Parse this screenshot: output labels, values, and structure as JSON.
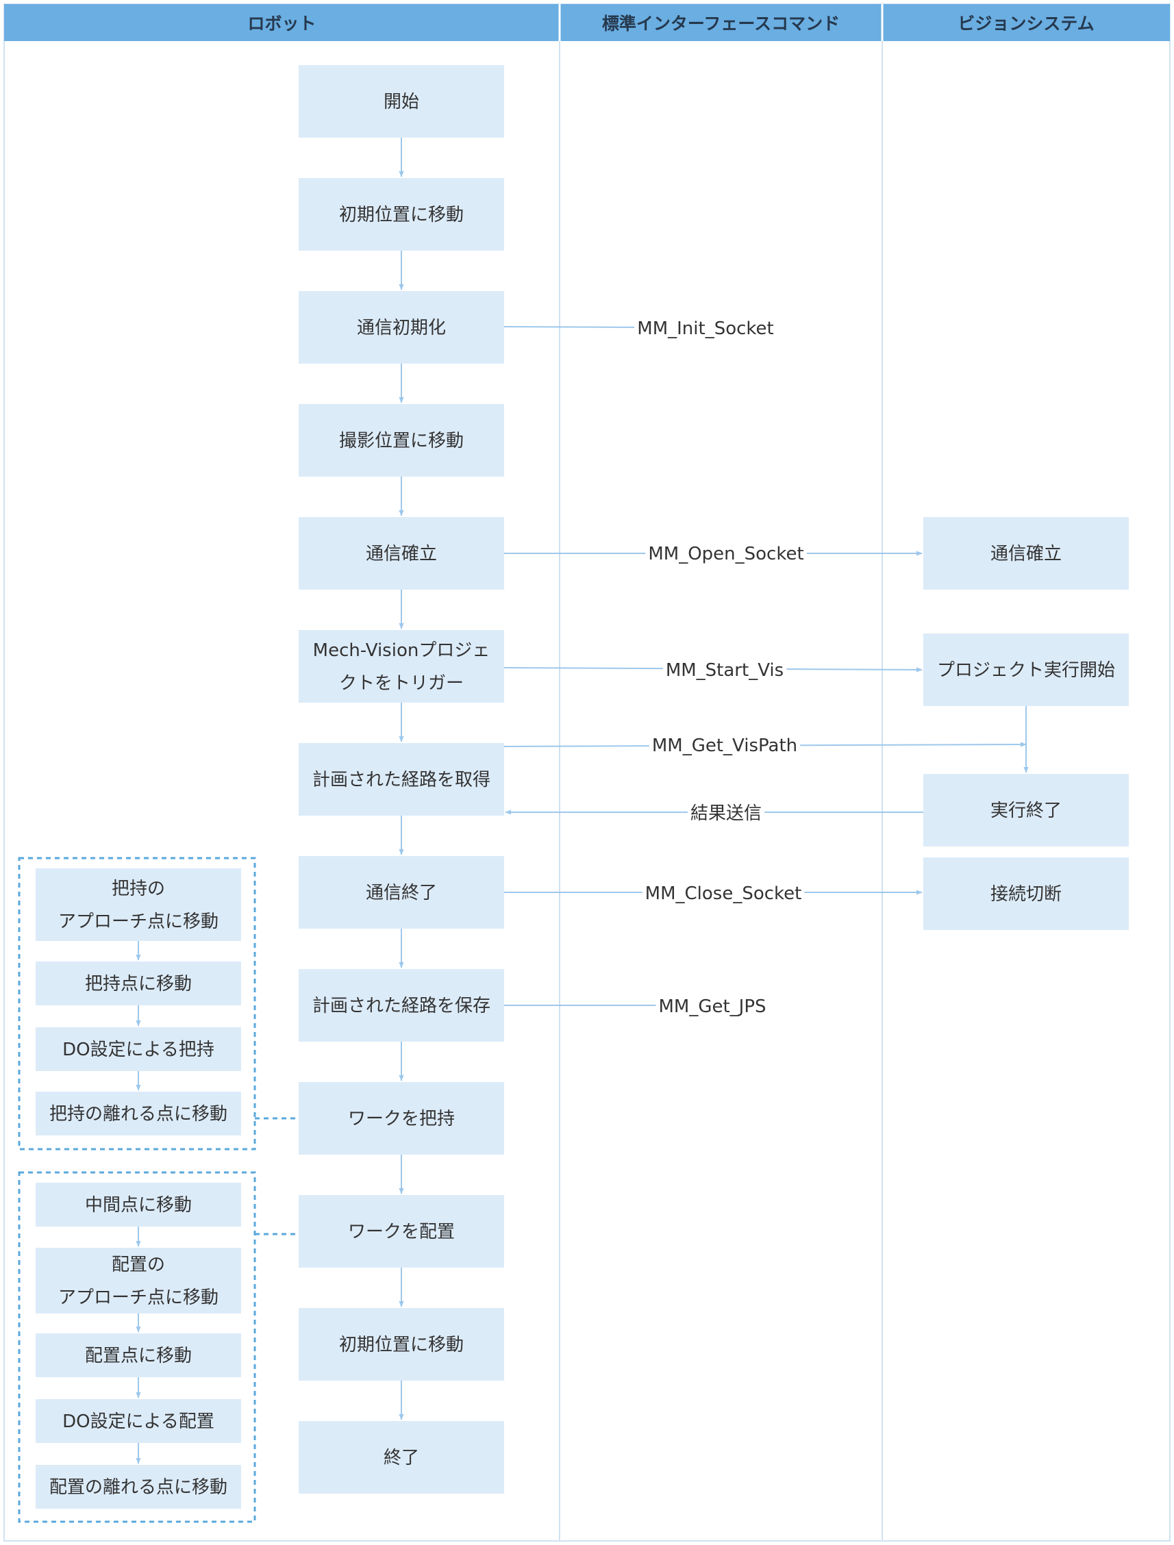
{
  "colors": {
    "header_bg": "#6aaee2",
    "box_fill": "#dcebf8",
    "line": "#9dc8ec",
    "dashed": "#5aa8dc",
    "divider": "#cfe1f1"
  },
  "lanes": [
    {
      "id": "robot",
      "label": "ロボット"
    },
    {
      "id": "interface",
      "label": "標準インターフェースコマンド"
    },
    {
      "id": "vision",
      "label": "ビジョンシステム"
    }
  ],
  "robot_steps": [
    {
      "id": "start",
      "lines": [
        "開始"
      ]
    },
    {
      "id": "move-init",
      "lines": [
        "初期位置に移動"
      ]
    },
    {
      "id": "init-comm",
      "lines": [
        "通信初期化"
      ]
    },
    {
      "id": "move-capture",
      "lines": [
        "撮影位置に移動"
      ]
    },
    {
      "id": "open-comm",
      "lines": [
        "通信確立"
      ]
    },
    {
      "id": "trigger",
      "lines": [
        "Mech-Visionプロジェ",
        "クトをトリガー"
      ]
    },
    {
      "id": "get-path",
      "lines": [
        "計画された経路を取得"
      ]
    },
    {
      "id": "close-comm",
      "lines": [
        "通信終了"
      ]
    },
    {
      "id": "save-path",
      "lines": [
        "計画された経路を保存"
      ]
    },
    {
      "id": "pick",
      "lines": [
        "ワークを把持"
      ]
    },
    {
      "id": "place",
      "lines": [
        "ワークを配置"
      ]
    },
    {
      "id": "move-init-2",
      "lines": [
        "初期位置に移動"
      ]
    },
    {
      "id": "end",
      "lines": [
        "終了"
      ]
    }
  ],
  "vision_steps": [
    {
      "id": "v-open",
      "lines": [
        "通信確立"
      ]
    },
    {
      "id": "v-run",
      "lines": [
        "プロジェクト実行開始"
      ]
    },
    {
      "id": "v-done",
      "lines": [
        "実行終了"
      ]
    },
    {
      "id": "v-close",
      "lines": [
        "接続切断"
      ]
    }
  ],
  "commands": {
    "init_socket": "MM_Init_Socket",
    "open_socket": "MM_Open_Socket",
    "start_vis": "MM_Start_Vis",
    "get_vispath": "MM_Get_VisPath",
    "send_result": "結果送信",
    "close_socket": "MM_Close_Socket",
    "get_jps": "MM_Get_JPS"
  },
  "pick_group": [
    {
      "id": "pick-approach",
      "lines": [
        "把持の",
        "アプローチ点に移動"
      ]
    },
    {
      "id": "pick-point",
      "lines": [
        "把持点に移動"
      ]
    },
    {
      "id": "pick-do",
      "lines": [
        "DO設定による把持"
      ]
    },
    {
      "id": "pick-retreat",
      "lines": [
        "把持の離れる点に移動"
      ]
    }
  ],
  "place_group": [
    {
      "id": "place-mid",
      "lines": [
        "中間点に移動"
      ]
    },
    {
      "id": "place-approach",
      "lines": [
        "配置の",
        "アプローチ点に移動"
      ]
    },
    {
      "id": "place-point",
      "lines": [
        "配置点に移動"
      ]
    },
    {
      "id": "place-do",
      "lines": [
        "DO設定による配置"
      ]
    },
    {
      "id": "place-retreat",
      "lines": [
        "配置の離れる点に移動"
      ]
    }
  ]
}
